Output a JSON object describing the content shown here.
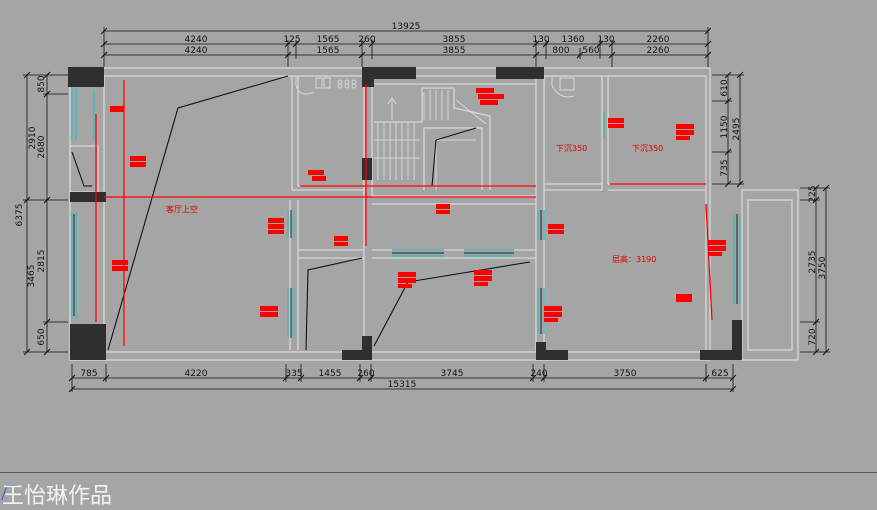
{
  "dimensions": {
    "top_total": "13925",
    "top_row1": [
      "4240",
      "125",
      "1565",
      "260",
      "3855",
      "130",
      "1360",
      "130",
      "2260"
    ],
    "top_row2": [
      "4240",
      "1565",
      "3855",
      "800",
      "560",
      "2260"
    ],
    "left_outer": [
      "6375",
      "3465"
    ],
    "left_inner": [
      "850",
      "2910",
      "2680",
      "2815",
      "650"
    ],
    "right_inner": [
      "610",
      "1150",
      "735"
    ],
    "right_outer": "2495",
    "right_side_inner": [
      "225",
      "2735",
      "720"
    ],
    "right_side_outer": "3750",
    "bottom_row": [
      "785",
      "4220",
      "335",
      "1455",
      "260",
      "3745",
      "240",
      "3750",
      "625"
    ],
    "bottom_total": "15315"
  },
  "labels": {
    "living_void": "客厅上空",
    "sunken_1": "下沉350",
    "sunken_2": "下沉350",
    "ceiling_height": "层高：3190"
  },
  "author": "王怡琳作品",
  "colors": {
    "background": "#a5a5a5",
    "wall_line": "#d8d8d8",
    "pillar": "#2f2f2f",
    "red_marker": "#ff0000",
    "window_cyan": "#35c0c0"
  }
}
